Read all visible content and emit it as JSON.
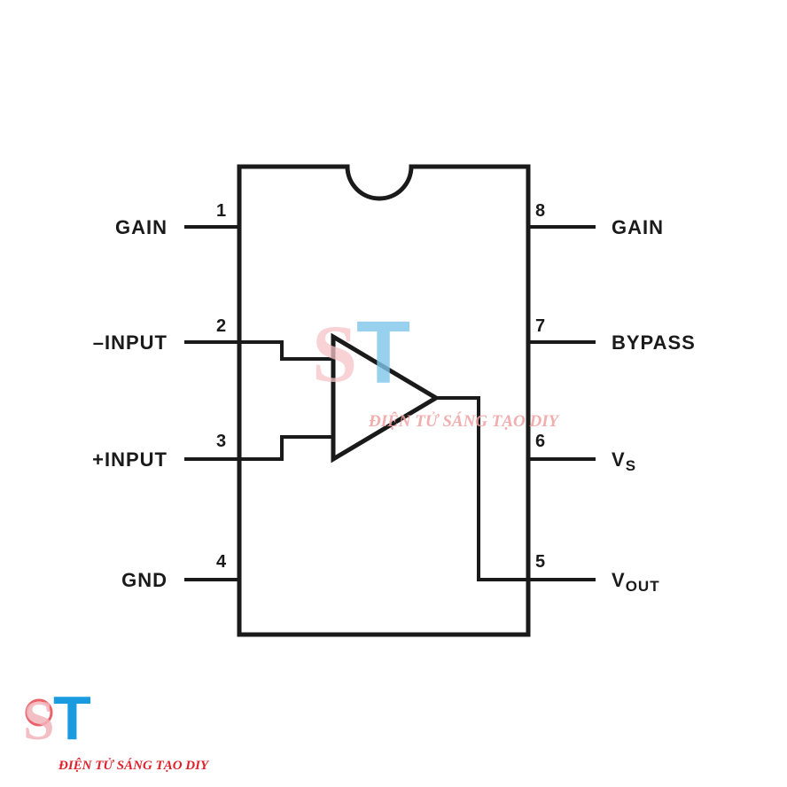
{
  "pins": {
    "p1": {
      "number": "1",
      "label": "GAIN"
    },
    "p2": {
      "number": "2",
      "label": "–INPUT"
    },
    "p3": {
      "number": "3",
      "label": "+INPUT"
    },
    "p4": {
      "number": "4",
      "label": "GND"
    },
    "p5": {
      "number": "5",
      "label": "V",
      "sub": "OUT"
    },
    "p6": {
      "number": "6",
      "label": "V",
      "sub": "S"
    },
    "p7": {
      "number": "7",
      "label": "BYPASS"
    },
    "p8": {
      "number": "8",
      "label": "GAIN"
    }
  },
  "watermark": {
    "text": "ĐIỆN TỬ SÁNG TẠO DIY",
    "letters": "ST"
  },
  "logo": {
    "text": "ĐIỆN TỬ SÁNG TẠO DIY",
    "letters": "ST"
  },
  "colors": {
    "line": "#1a1a1a",
    "watermark_red": "#f0a0a0",
    "watermark_blue": "#7fc6ea",
    "logo_red": "#e0202a",
    "logo_blue": "#1a9be0"
  }
}
